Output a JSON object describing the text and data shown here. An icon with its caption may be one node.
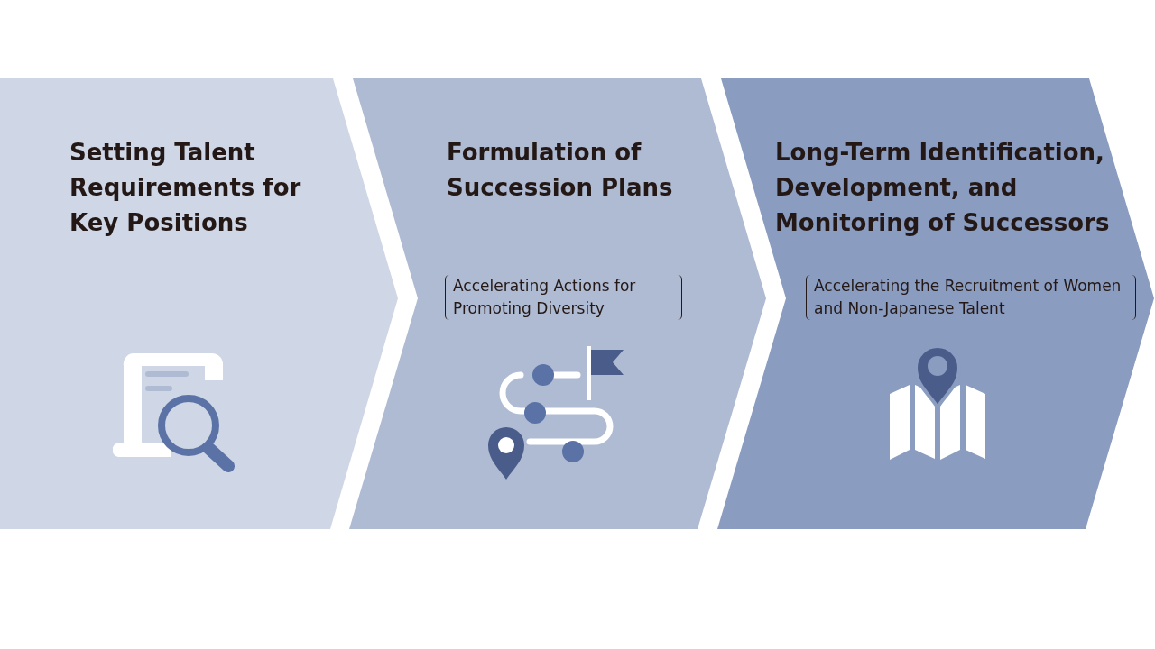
{
  "diagram": {
    "nodes": [
      {
        "text": [
          "Setting Talent Requirements for Key Positions"
        ]
      },
      {
        "text": [
          "Formulation of Succession Plans",
          "Accelerating Actions for Promoting Diversity"
        ]
      },
      {
        "text": [
          "Long-Term Identification, Development, and Monitoring of Successors",
          "Accelerating the Recruitment of Women and Non-Japanese Talent"
        ]
      }
    ]
  }
}
